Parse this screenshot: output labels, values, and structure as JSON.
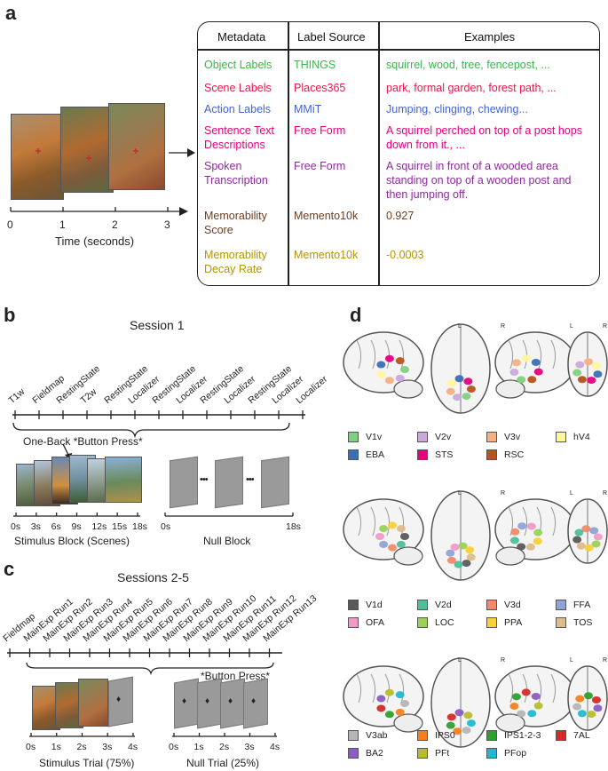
{
  "panel_a": {
    "letter": "a",
    "time_axis_label": "Time (seconds)",
    "time_ticks": [
      "0",
      "1",
      "2",
      "3"
    ],
    "table": {
      "headers": [
        "Metadata",
        "Label Source",
        "Examples"
      ],
      "rows": [
        {
          "meta": "Object Labels",
          "source": "THINGS",
          "example": "squirrel, wood, tree, fencepost, ...",
          "color": "#3cb44b"
        },
        {
          "meta": "Scene Labels",
          "source": "Places365",
          "example": "park, formal garden, forest path, ...",
          "color": "#e6194b"
        },
        {
          "meta": "Action Labels",
          "source": "MMiT",
          "example": "Jumping, clinging, chewing...",
          "color": "#4363d8"
        },
        {
          "meta": "Sentence Text Descriptions",
          "source": "Free Form",
          "example": "A squirrel perched on top of a post hops down from it., ...",
          "color": "#e6007e"
        },
        {
          "meta": "Spoken Transcription",
          "source": "Free Form",
          "example": "A squirrel in front of a wooded area standing  on top of a wooden post and then jumping off.",
          "color": "#8e2a9e"
        },
        {
          "meta": "Memorability Score",
          "source": "Memento10k",
          "example": "0.927",
          "color": "#6b3e1f"
        },
        {
          "meta": "Memorability Decay Rate",
          "source": "Memento10k",
          "example": " -0.0003",
          "color": "#b59400"
        }
      ]
    }
  },
  "panel_b": {
    "letter": "b",
    "title": "Session 1",
    "runs": [
      "T1w",
      "Fieldmap",
      "RestingState",
      "T2w",
      "RestingState",
      "Localizer",
      "RestingState",
      "Localizer",
      "RestingState",
      "Localizer",
      "RestingState",
      "Localizer",
      "Localizer"
    ],
    "brace_label": "One-Back *Button Press*",
    "stim_ticks": [
      "0s",
      "3s",
      "6s",
      "9s",
      "12s",
      "15s",
      "18s"
    ],
    "stim_label": "Stimulus Block (Scenes)",
    "null_ticks": [
      "0s",
      "18s"
    ],
    "null_label": "Null Block",
    "dots": "•••"
  },
  "panel_c": {
    "letter": "c",
    "title": "Sessions 2-5",
    "runs": [
      "Fieldmap",
      "MainExp Run1",
      "MainExp Run2",
      "MainExp Run3",
      "MainExp Run4",
      "MainExp Run5",
      "MainExp Run6",
      "MainExp Run7",
      "MainExp Run8",
      "MainExp Run9",
      "MainExp Run10",
      "MainExp Run11",
      "MainExp Run12",
      "MainExp Run13"
    ],
    "brace_label": "*Button Press*",
    "stim_ticks": [
      "0s",
      "1s",
      "2s",
      "3s",
      "4s"
    ],
    "stim_label": "Stimulus Trial (75%)",
    "null_ticks": [
      "0s",
      "1s",
      "2s",
      "3s",
      "4s"
    ],
    "null_label": "Null Trial (25%)"
  },
  "panel_d": {
    "letter": "d",
    "L": "L",
    "R": "R",
    "legend1": [
      {
        "label": "V1v",
        "color": "#7fd17f"
      },
      {
        "label": "V2v",
        "color": "#c9a9d9"
      },
      {
        "label": "V3v",
        "color": "#f4b183"
      },
      {
        "label": "hV4",
        "color": "#fff59a"
      },
      {
        "label": "EBA",
        "color": "#3a6fb5"
      },
      {
        "label": "STS",
        "color": "#e6007e"
      },
      {
        "label": "RSC",
        "color": "#b5541c"
      }
    ],
    "legend2": [
      {
        "label": "V1d",
        "color": "#5a5a5a"
      },
      {
        "label": "V2d",
        "color": "#4dbf9a"
      },
      {
        "label": "V3d",
        "color": "#f08a6a"
      },
      {
        "label": "FFA",
        "color": "#8fa3d6"
      },
      {
        "label": "OFA",
        "color": "#f09ac8"
      },
      {
        "label": "LOC",
        "color": "#9ad15a"
      },
      {
        "label": "PPA",
        "color": "#f7d135"
      },
      {
        "label": "TOS",
        "color": "#dcbc8c"
      }
    ],
    "legend3": [
      {
        "label": "V3ab",
        "color": "#b5b5b5"
      },
      {
        "label": "IPS0",
        "color": "#f57f1f"
      },
      {
        "label": "IPS1-2-3",
        "color": "#2ea02e"
      },
      {
        "label": "7AL",
        "color": "#d42a2a"
      },
      {
        "label": "BA2",
        "color": "#8c5cc2"
      },
      {
        "label": "PFt",
        "color": "#b8bd2c"
      },
      {
        "label": "PFop",
        "color": "#22b8cf"
      }
    ]
  }
}
